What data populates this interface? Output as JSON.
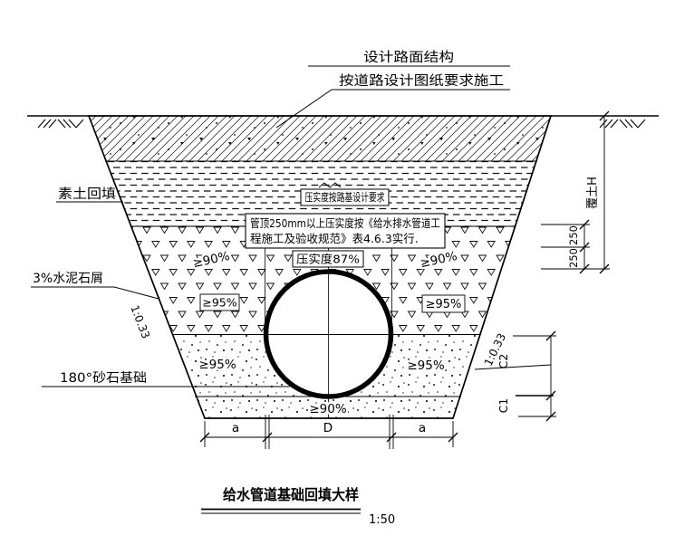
{
  "annotations": {
    "pavement_note_line1": "设计路面结构",
    "pavement_note_line2": "按道路设计图纸要求施工",
    "plain_soil": "素土回填",
    "cement_chips": "3%水泥石屑",
    "bedding_180": "180°砂石基础",
    "slope_left": "1:0.33",
    "slope_right": "1:0.33"
  },
  "compaction_notes": {
    "roadbed_box": "压实度按路基设计要求",
    "pipe_crown_spec_line1": "管顶250mm以上压实度按《给水排水管道工",
    "pipe_crown_spec_line2": "程施工及验收规范》表4.6.3实行.",
    "center_box": "压实度87%",
    "chips_left": "≥90%",
    "chips_right": "≥90%",
    "chips_box_left": "≥95%",
    "chips_box_right": "≥95%",
    "sand_left": "≥95%",
    "sand_right": "≥95%",
    "sand_bottom": "≥90%"
  },
  "dimensions": {
    "cover_height": "覆土H",
    "above_crown_upper": "250",
    "above_crown_lower": "250",
    "c2": "C2",
    "c1": "C1",
    "bottom_left": "a",
    "bottom_middle": "D",
    "bottom_right": "a"
  },
  "title_block": {
    "title": "给水管道基础回填大样",
    "scale": "1:50"
  }
}
